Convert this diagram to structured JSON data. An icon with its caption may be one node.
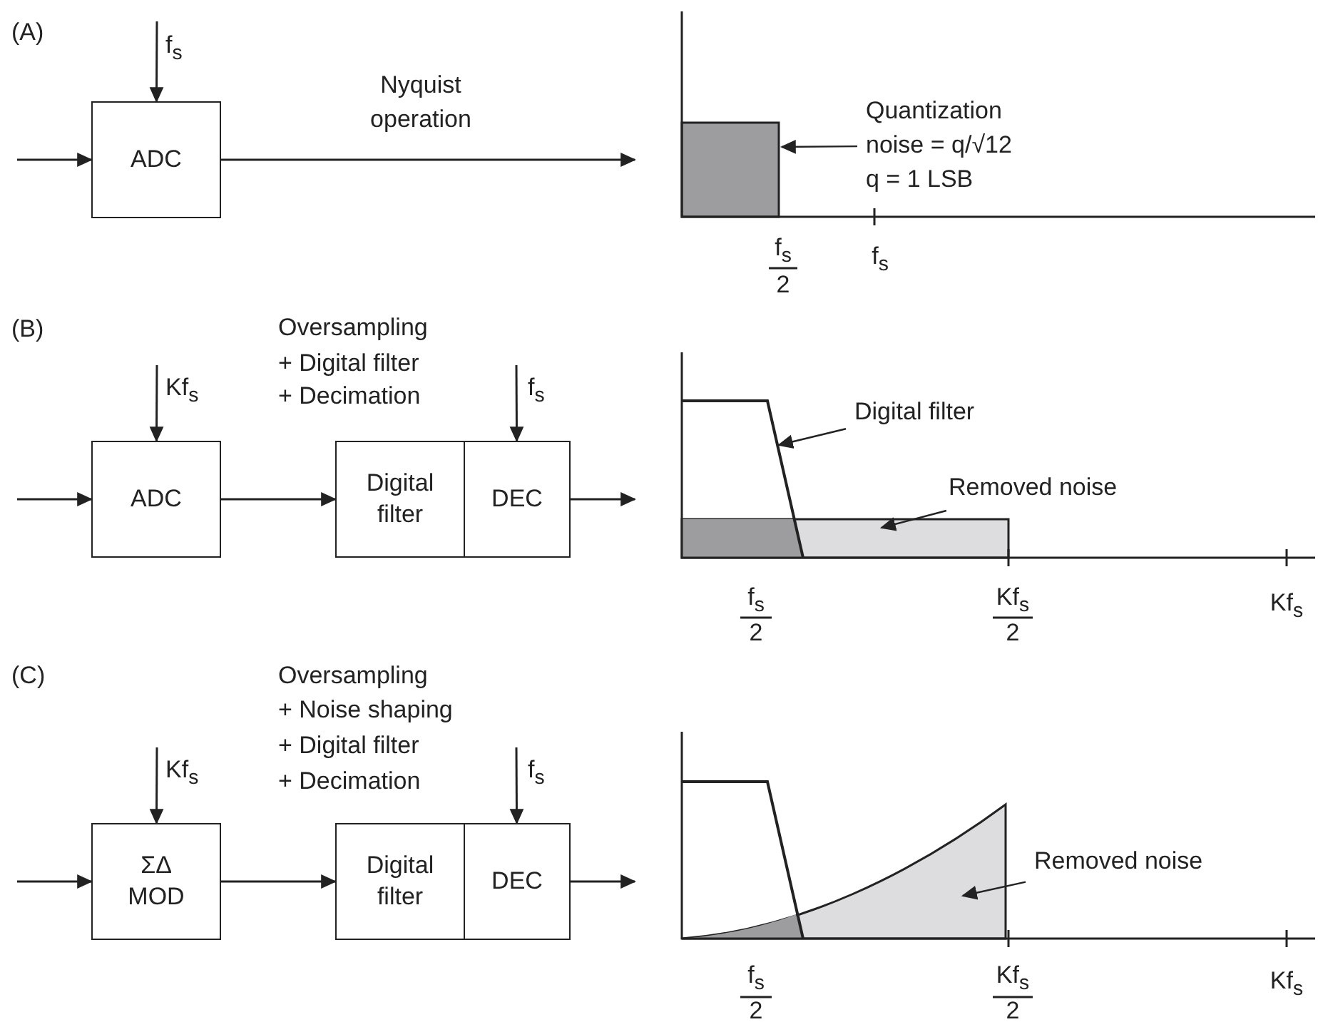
{
  "diagram": {
    "nodes": [
      {
        "text": [
          "ADC"
        ]
      },
      {
        "text": [
          "Quantization noise = q/√12",
          "q = 1 LSB"
        ]
      },
      {
        "text": [],
        "shape": "bar"
      },
      {
        "text": [
          "ADC"
        ]
      },
      {
        "text": [
          "Digital filter"
        ]
      },
      {
        "text": [
          "DEC"
        ]
      },
      {
        "text": [
          "Digital filter"
        ]
      },
      {
        "text": [],
        "shape": "line"
      },
      {
        "text": [
          "Removed noise"
        ]
      },
      {
        "text": [],
        "shape": "bar"
      },
      {
        "text": [
          "ΣΔ MOD"
        ]
      },
      {
        "text": [
          "Digital filter"
        ]
      },
      {
        "text": [
          "DEC"
        ]
      },
      {
        "text": [
          "Removed noise"
        ]
      },
      {
        "text": [],
        "shape": "area"
      }
    ],
    "edges": [
      {
        "from": null,
        "to": 0,
        "arrow": "to"
      },
      {
        "from": null,
        "to": 0,
        "arrow": "to",
        "label": "f$_{s}$"
      },
      {
        "from": 0,
        "to": null,
        "arrow": "to",
        "label": "Nyquist operation"
      },
      {
        "from": 1,
        "to": 2,
        "arrow": "to"
      },
      {
        "from": null,
        "to": 3,
        "arrow": "to"
      },
      {
        "from": null,
        "to": 3,
        "arrow": "to",
        "label": "Kf$_{s}$"
      },
      {
        "from": 3,
        "to": 4,
        "arrow": "to"
      },
      {
        "from": null,
        "to": 5,
        "arrow": "to",
        "label": "f$_{s}$"
      },
      {
        "from": 5,
        "to": null,
        "arrow": "to"
      },
      {
        "from": 6,
        "to": 7,
        "arrow": "to"
      },
      {
        "from": 8,
        "to": 9,
        "arrow": "to"
      },
      {
        "from": null,
        "to": 10,
        "arrow": "to"
      },
      {
        "from": null,
        "to": 10,
        "arrow": "to",
        "label": "Kf$_{s}$"
      },
      {
        "from": 10,
        "to": 11,
        "arrow": "to"
      },
      {
        "from": null,
        "to": 12,
        "arrow": "to",
        "label": "f$_{s}$"
      },
      {
        "from": 12,
        "to": null,
        "arrow": "to"
      },
      {
        "from": 13,
        "to": 14,
        "arrow": "to"
      }
    ],
    "labels": [
      "(A)",
      "f$_{s}$",
      "2",
      "f$_{s}$",
      "(B)",
      "Oversampling",
      "+ Digital filter",
      "+ Decimation",
      "f$_{s}$",
      "2",
      "Kf$_{s}$",
      "2",
      "Kf$_{s}$",
      "(C)",
      "Oversampling",
      "+ Noise shaping",
      "+ Digital filter",
      "+ Decimation",
      "f$_{s}$",
      "2",
      "Kf$_{s}$",
      "2",
      "Kf$_{s}$"
    ]
  }
}
